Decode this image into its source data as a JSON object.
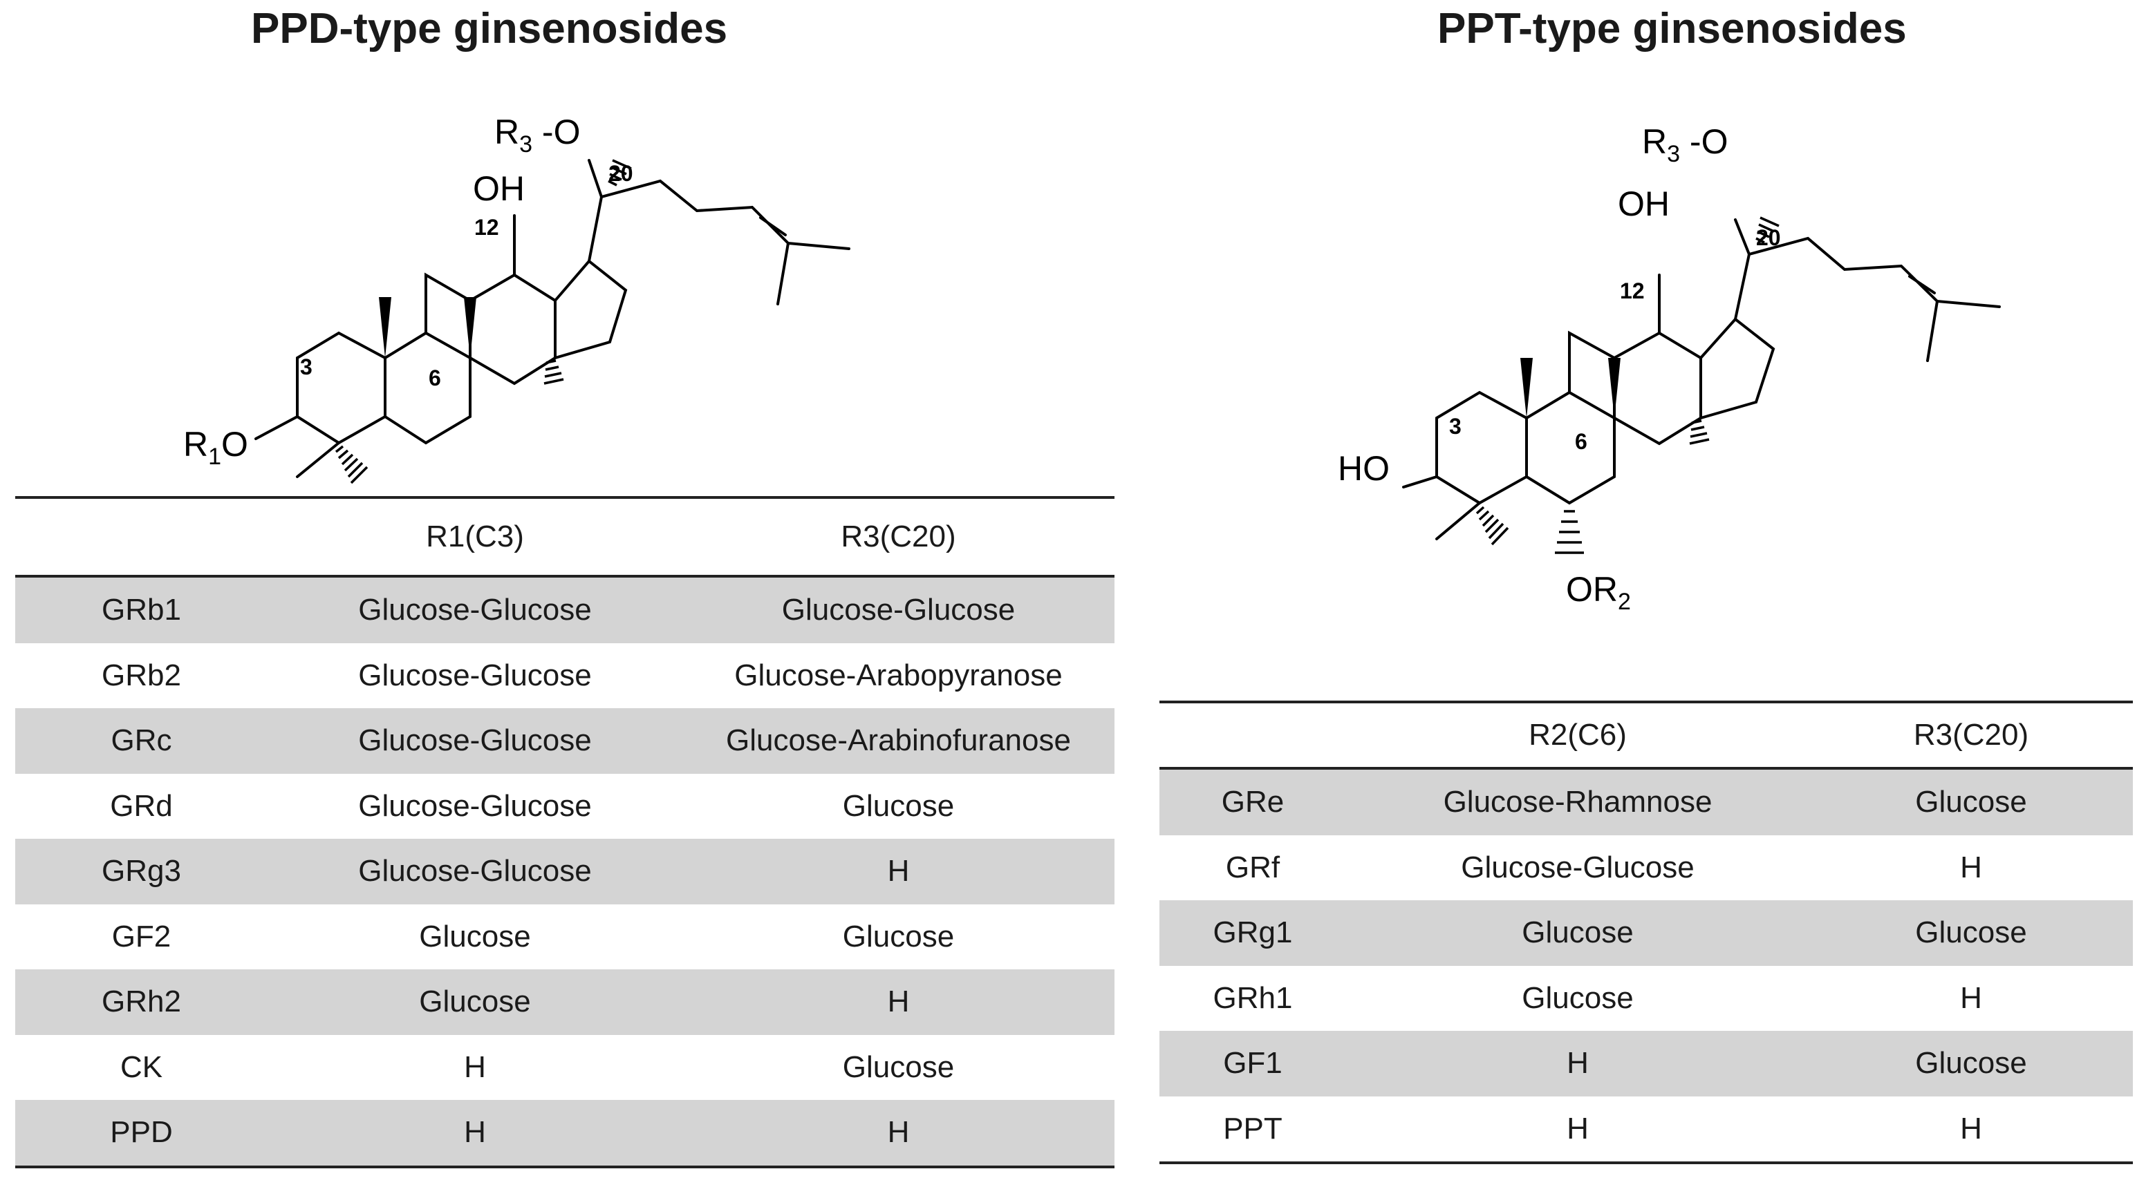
{
  "ppd": {
    "title": "PPD-type ginsenosides",
    "structure": {
      "substituent_r1_o": "R1O",
      "substituent_r3_o": "R3-O",
      "hydroxyl": "OH",
      "carbon_numbers": [
        "3",
        "6",
        "12",
        "20"
      ]
    },
    "table": {
      "headers": [
        "",
        "R1(C3)",
        "R3(C20)"
      ],
      "rows": [
        [
          "GRb1",
          "Glucose-Glucose",
          "Glucose-Glucose"
        ],
        [
          "GRb2",
          "Glucose-Glucose",
          "Glucose-Arabopyranose"
        ],
        [
          "GRc",
          "Glucose-Glucose",
          "Glucose-Arabinofuranose"
        ],
        [
          "GRd",
          "Glucose-Glucose",
          "Glucose"
        ],
        [
          "GRg3",
          "Glucose-Glucose",
          "H"
        ],
        [
          "GF2",
          "Glucose",
          "Glucose"
        ],
        [
          "GRh2",
          "Glucose",
          "H"
        ],
        [
          "CK",
          "H",
          "Glucose"
        ],
        [
          "PPD",
          "H",
          "H"
        ]
      ]
    }
  },
  "ppt": {
    "title": "PPT-type ginsenosides",
    "structure": {
      "substituent_ho": "HO",
      "substituent_r2_o": "OR2",
      "substituent_r3_o": "R3-O",
      "hydroxyl": "OH",
      "carbon_numbers": [
        "3",
        "6",
        "12",
        "20"
      ]
    },
    "table": {
      "headers": [
        "",
        "R2(C6)",
        "R3(C20)"
      ],
      "rows": [
        [
          "GRe",
          "Glucose-Rhamnose",
          "Glucose"
        ],
        [
          "GRf",
          "Glucose-Glucose",
          "H"
        ],
        [
          "GRg1",
          "Glucose",
          "Glucose"
        ],
        [
          "GRh1",
          "Glucose",
          "H"
        ],
        [
          "GF1",
          "H",
          "Glucose"
        ],
        [
          "PPT",
          "H",
          "H"
        ]
      ]
    }
  },
  "colors": {
    "shaded_row": "#d4d4d4",
    "text": "#1a1a1a",
    "rule": "#222222"
  }
}
